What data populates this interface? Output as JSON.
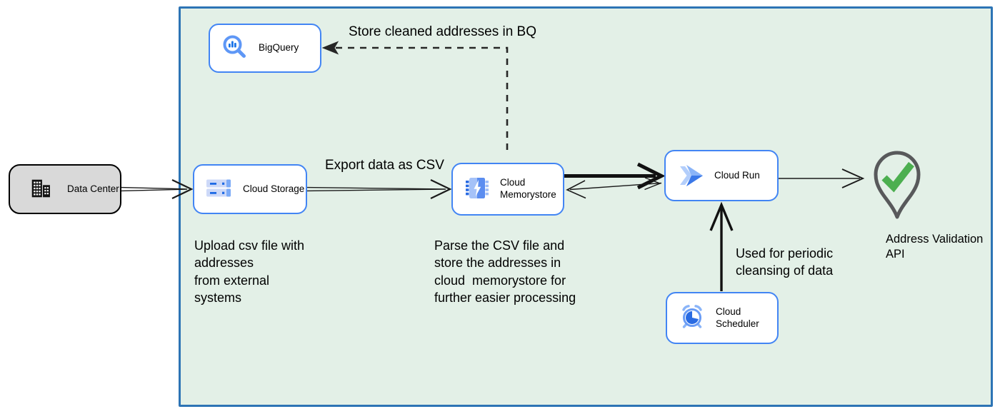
{
  "colors": {
    "boundary_fill": "#e3f0e7",
    "boundary_border": "#2d74b5",
    "node_border_blue": "#4285f4",
    "node_fill": "#ffffff",
    "data_center_fill": "#d9d9d9",
    "data_center_border": "#000000",
    "arrow": "#1a1a1a",
    "pin_outline": "#58595b",
    "check_green": "#4caf50",
    "icon_blue": "#4285f4"
  },
  "nodes": {
    "data_center": {
      "label": "Data Center",
      "icon": "building-icon"
    },
    "bigquery": {
      "label": "BigQuery",
      "icon": "bigquery-icon"
    },
    "cloud_storage": {
      "label": "Cloud Storage",
      "icon": "cloud-storage-icon"
    },
    "cloud_memorystore": {
      "label": "Cloud Memorystore",
      "icon": "memorystore-chip-icon"
    },
    "cloud_run": {
      "label": "Cloud Run",
      "icon": "cloud-run-icon"
    },
    "cloud_scheduler": {
      "label": "Cloud Scheduler",
      "icon": "alarm-clock-icon"
    },
    "address_validation": {
      "label": "Address Validation API",
      "icon": "map-pin-check-icon"
    }
  },
  "edges": [
    {
      "from": "data_center",
      "to": "cloud_storage",
      "style": "thin-double",
      "label": ""
    },
    {
      "from": "cloud_storage",
      "to": "cloud_memorystore",
      "style": "thin-double",
      "label": "Export data as CSV"
    },
    {
      "from": "cloud_memorystore",
      "to": "cloud_run",
      "style": "bold",
      "label": ""
    },
    {
      "from": "cloud_run",
      "to": "cloud_memorystore",
      "style": "thin",
      "label": ""
    },
    {
      "from": "cloud_run",
      "to": "address_validation",
      "style": "thin",
      "label": ""
    },
    {
      "from": "cloud_scheduler",
      "to": "cloud_run",
      "style": "bold",
      "label": "Used for periodic cleansing of data"
    },
    {
      "from": "cloud_memorystore",
      "to": "bigquery",
      "style": "dashed",
      "label": "Store cleaned addresses in BQ"
    }
  ],
  "notes": {
    "upload": "Upload csv file with\naddresses\nfrom external\nsystems",
    "parse": "Parse the CSV file and\nstore the addresses in\ncloud  memorystore for\nfurther easier processing"
  }
}
